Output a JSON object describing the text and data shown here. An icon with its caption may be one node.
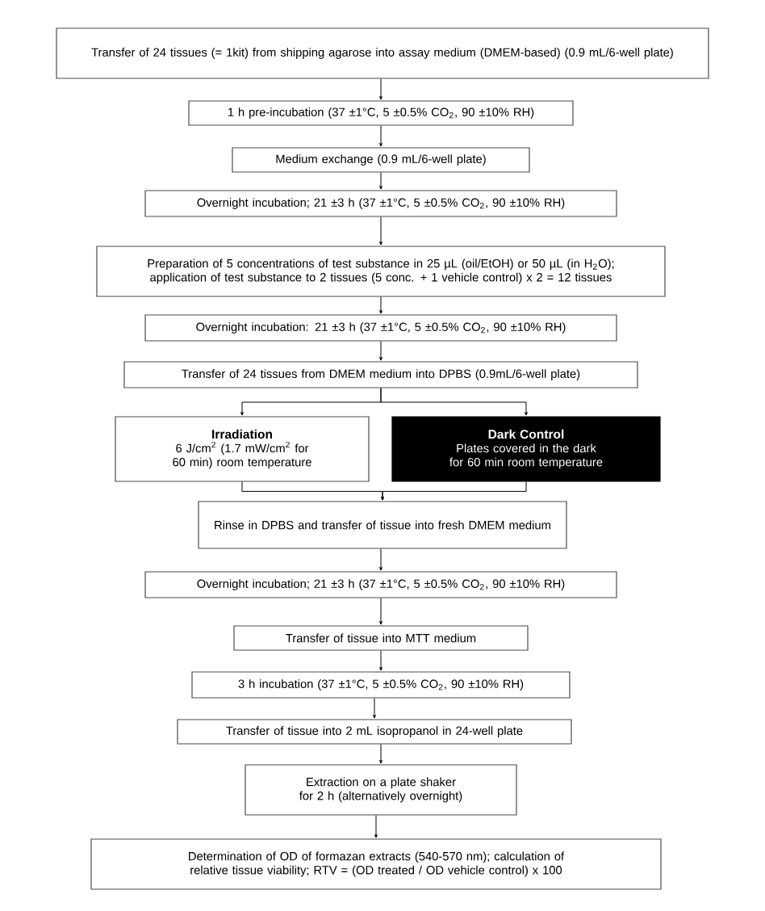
{
  "diagram": {
    "nodes": [
      {
        "text": [
          "Transfer of 24 tissues (= 1kit) from shipping agarose into assay medium (DMEM-based) (0.9 mL/6-well plate)"
        ]
      },
      {
        "text": [
          "1 h pre-incubation (37 ±1°C, 5 ±0.5% CO$_{2}$, 90 ±10% RH)"
        ]
      },
      {
        "text": [
          "Medium exchange (0.9 mL/6-well plate)"
        ]
      },
      {
        "text": [
          "Overnight incubation; 21 ±3 h (37 ±1°C, 5 ±0.5% CO$_{2}$, 90 ±10% RH)"
        ]
      },
      {
        "text": [
          "Preparation of 5 concentrations of test substance in 25 µL (oil/EtOH) or 50 µL (in H$_{2}$O); application of test substance to 2 tissues (5 conc. + 1 vehicle control) x 2 = 12 tissues"
        ]
      },
      {
        "text": [
          "Overnight incubation: 21 ±3 h (37 ±1°C, 5 ±0.5% CO$_{2}$, 90 ±10% RH)"
        ]
      },
      {
        "text": [
          "Transfer of 24 tissues from DMEM medium into DPBS (0.9mL/6-well plate)"
        ]
      },
      {
        "text": [
          "Irradiation",
          "6 J/cm$^{2}$ (1.7 mW/cm$^{2}$ for 60 min) room temperature"
        ]
      },
      {
        "text": [
          "Dark Control",
          "Plates covered in the dark for 60 min room temperature"
        ]
      },
      {
        "text": [
          "Rinse in DPBS and transfer of tissue into fresh DMEM medium"
        ]
      },
      {
        "text": [
          "Overnight incubation; 21 ±3 h (37 ±1°C, 5 ±0.5% CO$_{2}$, 90 ±10% RH)"
        ]
      },
      {
        "text": [
          "Transfer of tissue into MTT medium"
        ]
      },
      {
        "text": [
          "3 h incubation (37 ±1°C, 5 ±0.5% CO$_{2}$, 90 ±10% RH)"
        ]
      },
      {
        "text": [
          "Transfer of tissue into 2 mL isopropanol in 24-well plate"
        ]
      },
      {
        "text": [
          "Extraction on a plate shaker for 2 h (alternatively overnight)"
        ]
      },
      {
        "text": [
          "Determination of OD of formazan extracts (540-570 nm); calculation of relative tissue viability; RTV = (OD treated / OD vehicle control) x 100"
        ]
      }
    ],
    "edges": [
      {
        "from": 0,
        "to": 1,
        "arrow": "to"
      },
      {
        "from": 1,
        "to": 2,
        "arrow": "to"
      },
      {
        "from": 2,
        "to": 3,
        "arrow": "to"
      },
      {
        "from": 3,
        "to": 4,
        "arrow": "to"
      },
      {
        "from": 4,
        "to": 5,
        "arrow": "to"
      },
      {
        "from": 5,
        "to": 6,
        "arrow": "to"
      },
      {
        "from": 6,
        "to": 7,
        "arrow": "to"
      },
      {
        "from": 6,
        "to": 8,
        "arrow": "to"
      },
      {
        "from": 7,
        "to": 9,
        "arrow": "to"
      },
      {
        "from": 8,
        "to": 9,
        "arrow": "to"
      },
      {
        "from": 9,
        "to": 10,
        "arrow": "to"
      },
      {
        "from": 10,
        "to": 11,
        "arrow": "to"
      },
      {
        "from": 11,
        "to": 12,
        "arrow": "to"
      },
      {
        "from": 12,
        "to": 13,
        "arrow": "to"
      },
      {
        "from": 13,
        "to": 14,
        "arrow": "to"
      },
      {
        "from": 14,
        "to": 15,
        "arrow": "to"
      }
    ]
  }
}
